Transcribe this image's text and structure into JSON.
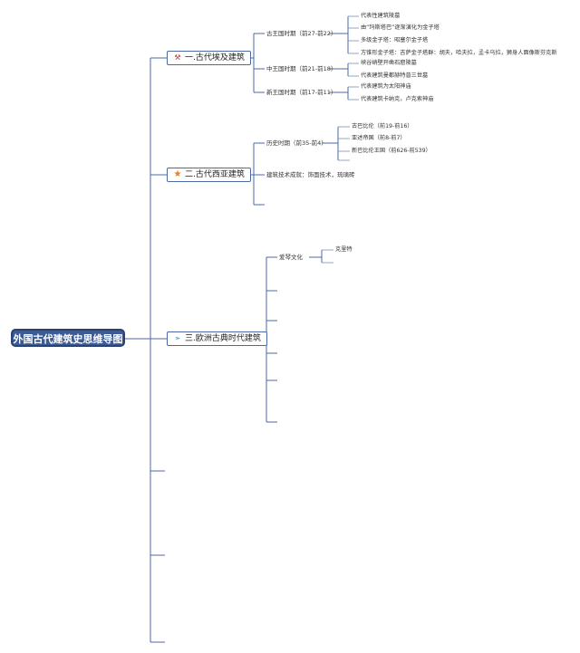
{
  "root": {
    "title": "外国古代建筑史思维导图"
  },
  "branches": [
    {
      "title": "一.古代埃及建筑",
      "icon": "tools-icon",
      "children": [
        {
          "title": "古王国时期（前27-前22）",
          "items": [
            "代表性建筑陵墓",
            "由“玛斯塔巴”逐渐演化为金子塔",
            "多级金子塔：昭塞尔金子塔",
            "方锥形金子塔：吉萨金子塔群：胡夫，哈夫拉，孟卡乌拉，狮身人面像斯芬克斯"
          ]
        },
        {
          "title": "中王国时期（前21-前18）",
          "items": [
            "峡谷峭壁开凿石窟陵墓",
            "代表建筑曼都赫特普三世墓"
          ]
        },
        {
          "title": "新王国时期（前17-前11）",
          "items": [
            "代表建筑为太阳神庙",
            "代表建筑卡纳克，卢克索神庙"
          ]
        }
      ]
    },
    {
      "title": "二.古代西亚建筑",
      "icon": "star-icon",
      "children": [
        {
          "title": "历史时期（前35-前4）",
          "items": [
            "古巴比伦（前19-前16）",
            "亚述帝国（前8-前7）",
            "新巴比伦王国（前626-前539）"
          ]
        },
        {
          "title": "建筑技术成就：饰面技术，琉璃砖",
          "items": []
        }
      ]
    },
    {
      "title": "三.欧洲古典时代建筑",
      "icon": "paper-plane-icon",
      "children": [
        {
          "title": "爱琴文化",
          "items": [
            "克里特"
          ]
        }
      ]
    }
  ],
  "colors": {
    "line": "#4a69a6",
    "root_fill": "#3b5a96",
    "star": "#e67e22"
  }
}
